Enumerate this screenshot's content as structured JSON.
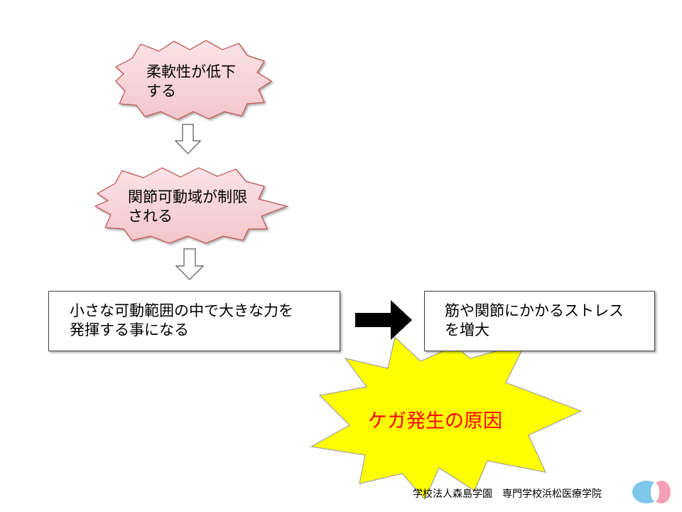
{
  "nodes": {
    "flexibility": {
      "line1": "柔軟性が低下",
      "line2": "する"
    },
    "rom": {
      "line1": "関節可動域が制限",
      "line2": "される"
    },
    "force": {
      "line1": "小さな可動範囲の中で大きな力を",
      "line2": "発揮する事になる"
    },
    "stress": {
      "line1": "筋や関節にかかるストレス",
      "line2": "を増大"
    },
    "cause": {
      "label": "ケガ発生の原因"
    }
  },
  "footer": {
    "school": "学校法人森島学園　専門学校浜松医療学院"
  },
  "colors": {
    "seal_fill": "#f8d5da",
    "seal_stroke": "#c0504d",
    "burst_fill": "#ffff00",
    "burst_stroke": "#a0a0a0",
    "cause_text": "#ff0000",
    "logo_left": "#7ec8ea",
    "logo_right": "#f4a0b8"
  }
}
